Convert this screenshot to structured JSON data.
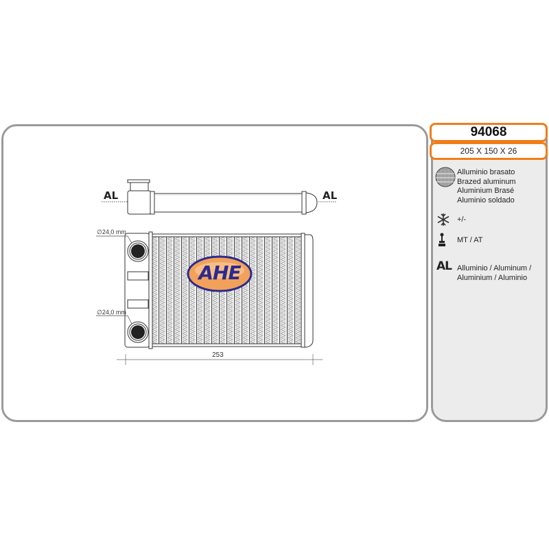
{
  "product": {
    "code": "94068",
    "dimensions": "205 X 150 X 26"
  },
  "features": [
    {
      "icon": "brazed-core-icon",
      "lines": [
        "Alluminio brasato",
        "Brazed aluminum",
        "Aluminium Brasé",
        "Aluminio soldado"
      ]
    },
    {
      "icon": "snowflake-icon",
      "lines": [
        "+/-"
      ]
    },
    {
      "icon": "gear-shift-icon",
      "lines": [
        "MT / AT"
      ]
    },
    {
      "icon": "al-material-icon",
      "icon_text": "AL",
      "lines": [
        "Alluminio  / Aluminum /",
        "Aluminium / Aluminio"
      ]
    }
  ],
  "drawing": {
    "top_view": {
      "left_label": "AL",
      "right_label": "AL"
    },
    "pipe_upper_diameter": "∅24,0 mm",
    "pipe_lower_diameter": "∅24,0 mm",
    "width_dimension": "253",
    "logo_text": "AHE"
  },
  "colors": {
    "accent_orange": "#f07d1a",
    "panel_border": "#9a9a9a",
    "info_bg": "#ececec",
    "logo_blue": "#2b2a8f",
    "logo_orange": "#f2a15a"
  }
}
